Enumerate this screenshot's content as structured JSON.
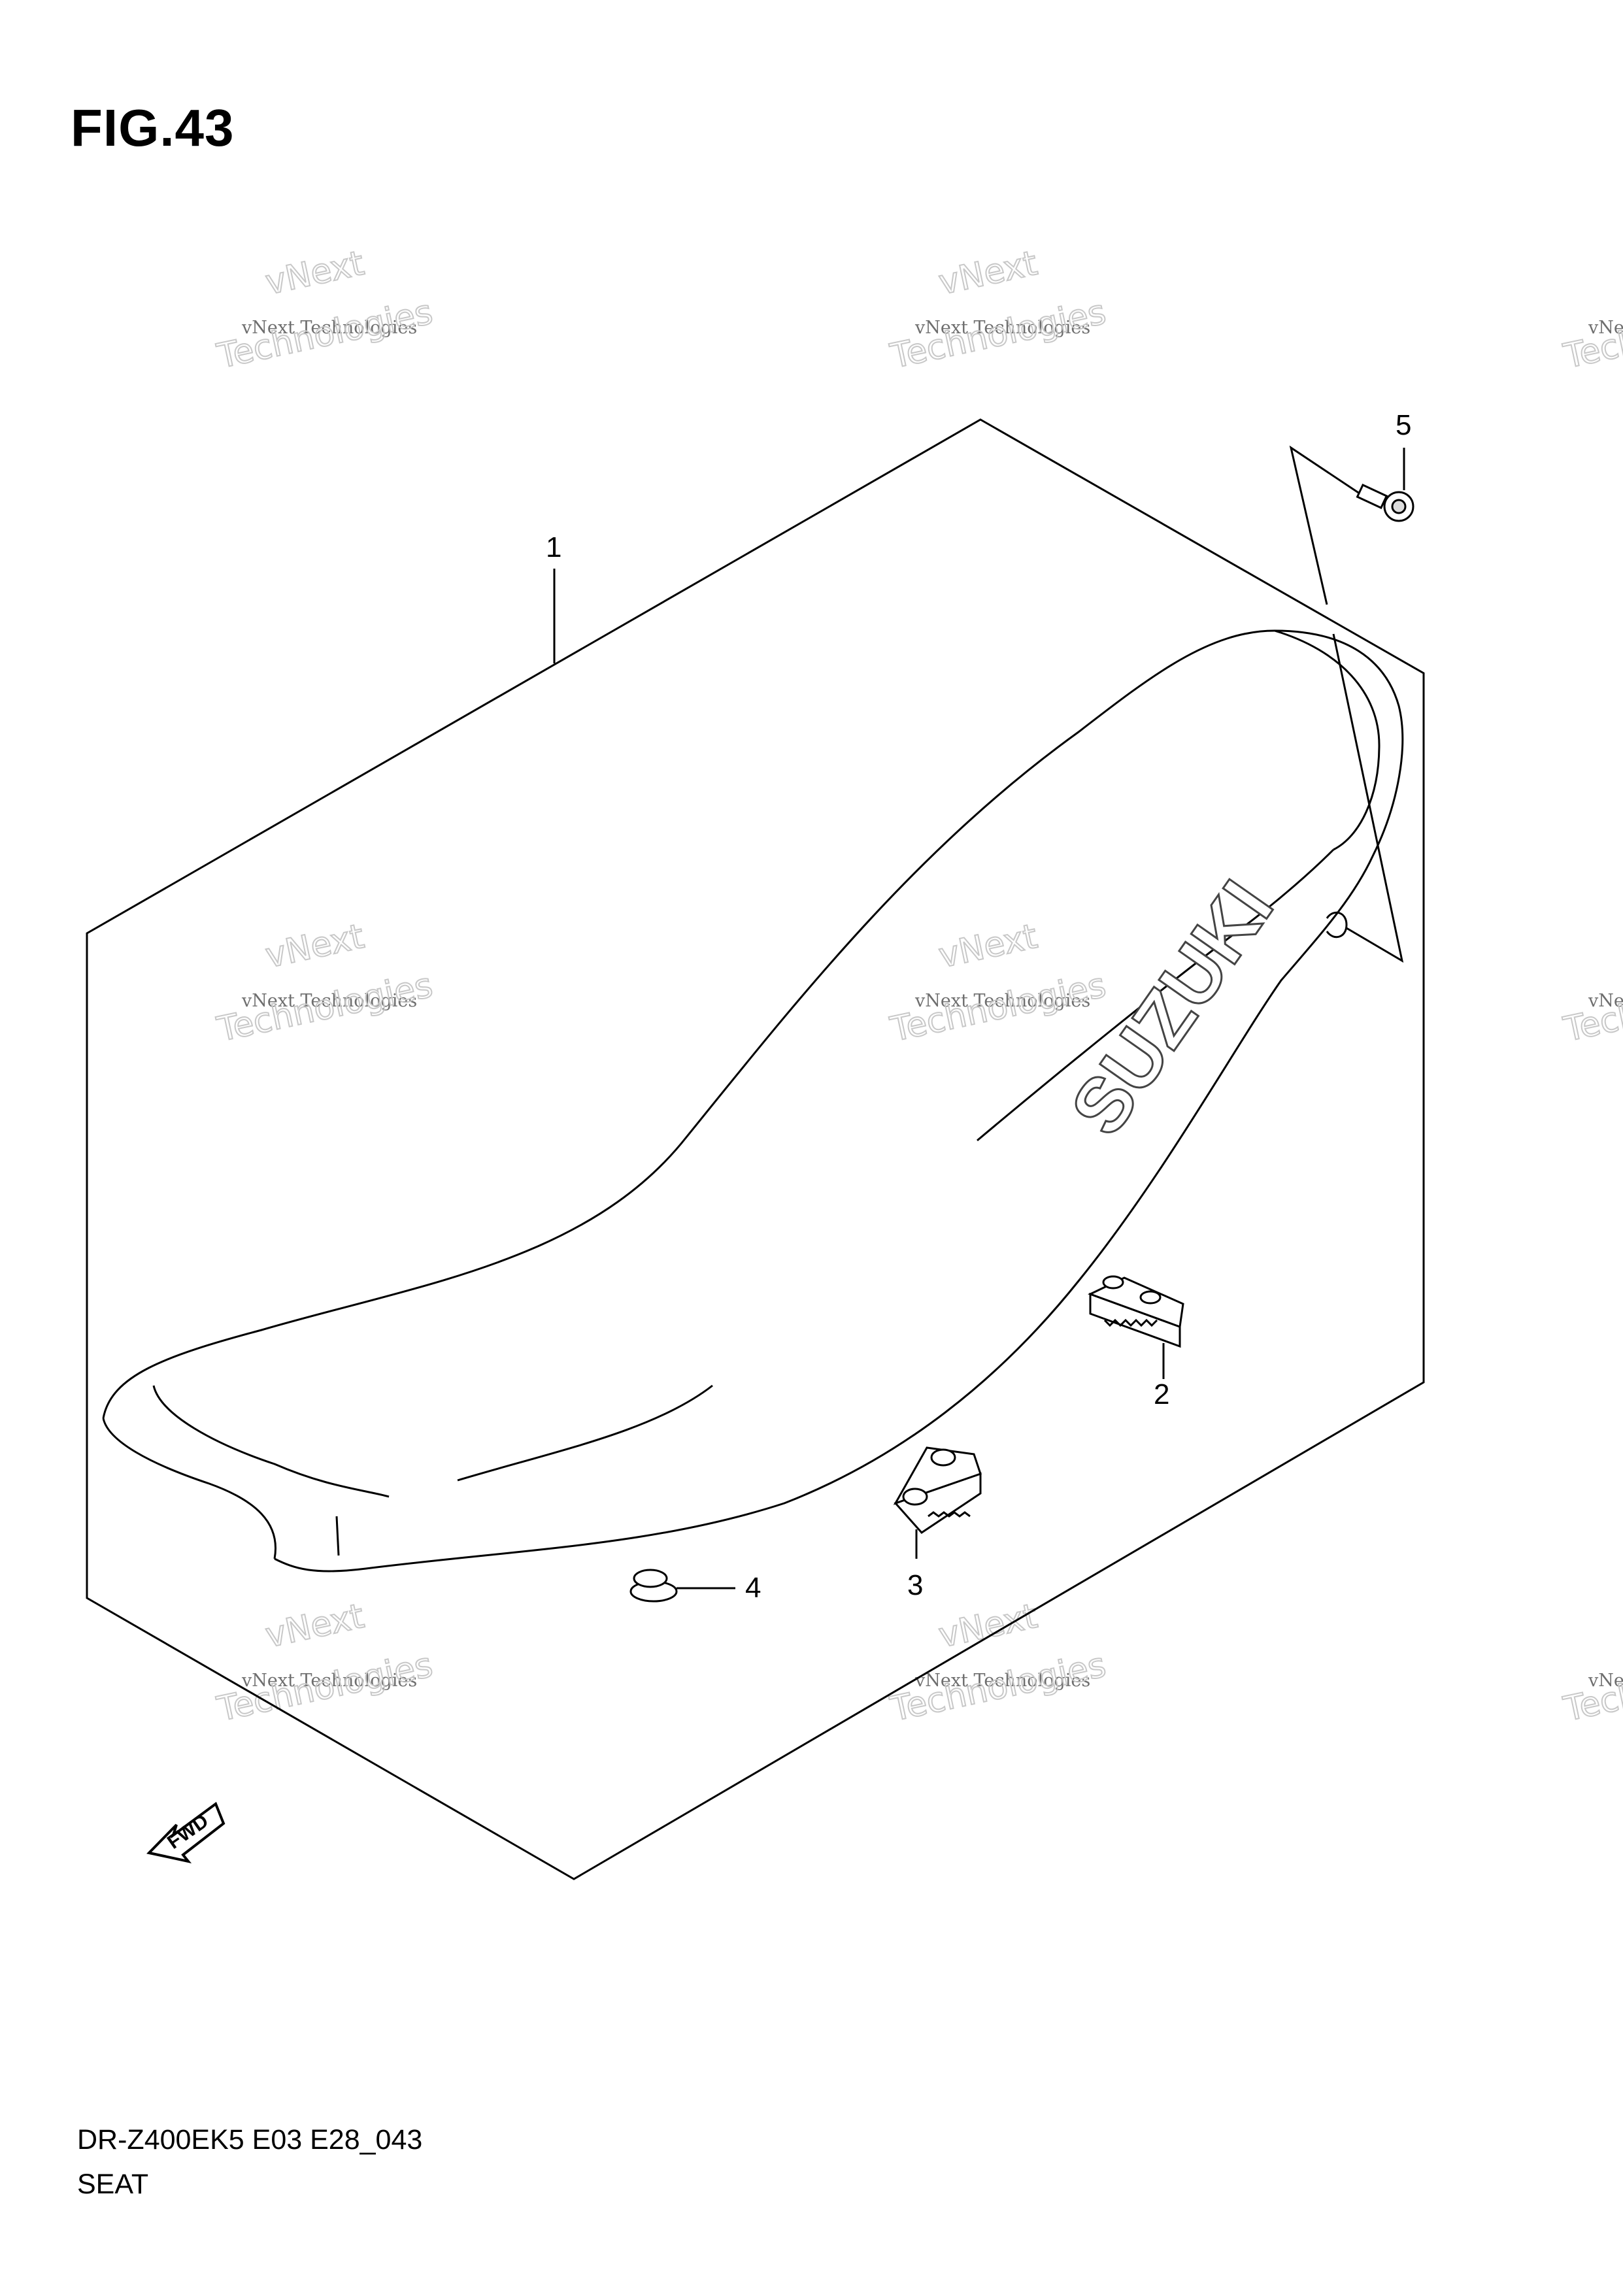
{
  "figure": {
    "title": "FIG.43"
  },
  "footer": {
    "code": "DR-Z400EK5 E03 E28_043",
    "name": "SEAT"
  },
  "brand_logo": "SUZUKI",
  "fwd_label": "FWD",
  "callouts": [
    "1",
    "2",
    "3",
    "4",
    "5"
  ],
  "watermark": {
    "line_small": "vNext Technologies",
    "line_top": "vNext",
    "line_bottom": "Technologies"
  }
}
